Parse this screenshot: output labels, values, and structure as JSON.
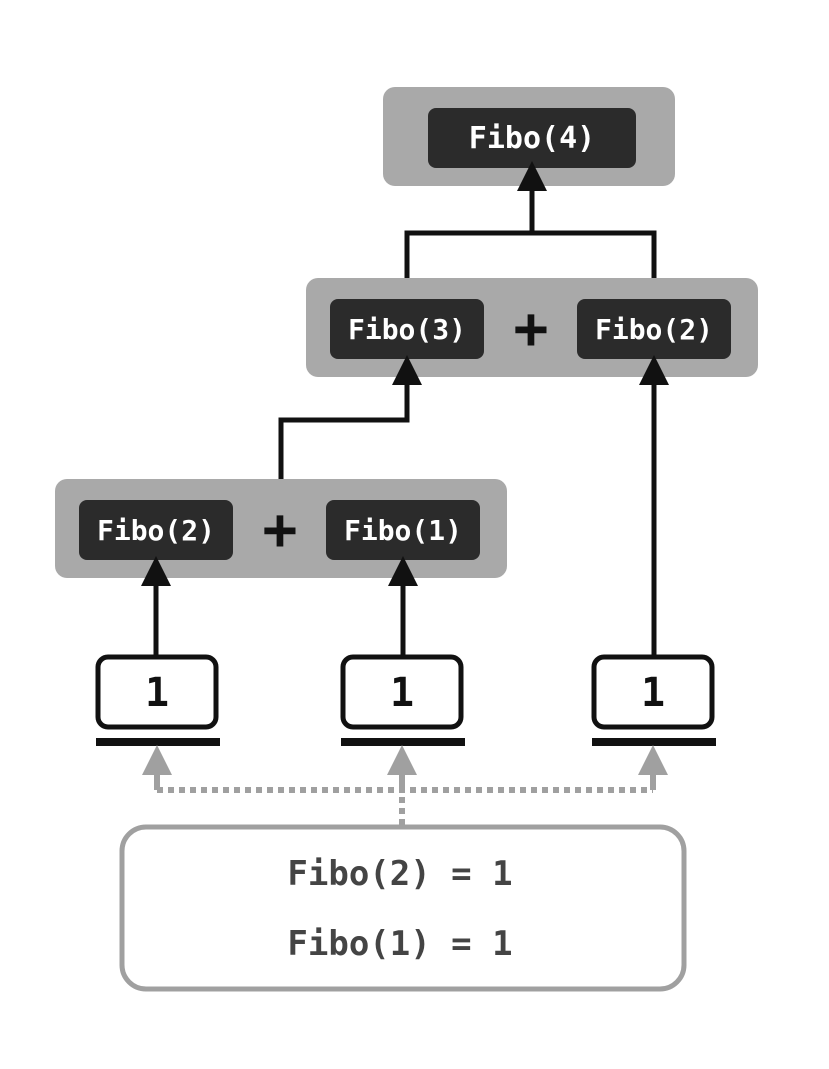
{
  "level0": {
    "node": "Fibo(4)"
  },
  "level1": {
    "left": "Fibo(3)",
    "operator": "+",
    "right": "Fibo(2)"
  },
  "level2": {
    "left": "Fibo(2)",
    "operator": "+",
    "right": "Fibo(1)"
  },
  "base_cases": {
    "items": [
      "1",
      "1",
      "1"
    ]
  },
  "note": {
    "lines": [
      "Fibo(2) = 1",
      "Fibo(1) = 1"
    ]
  },
  "colors": {
    "group_bg": "#a9a9a9",
    "node_bg": "#2b2b2b",
    "node_text": "#ffffff",
    "line": "#111111",
    "dotted": "#a0a0a0",
    "note_border": "#a0a0a0",
    "note_text": "#444444"
  }
}
